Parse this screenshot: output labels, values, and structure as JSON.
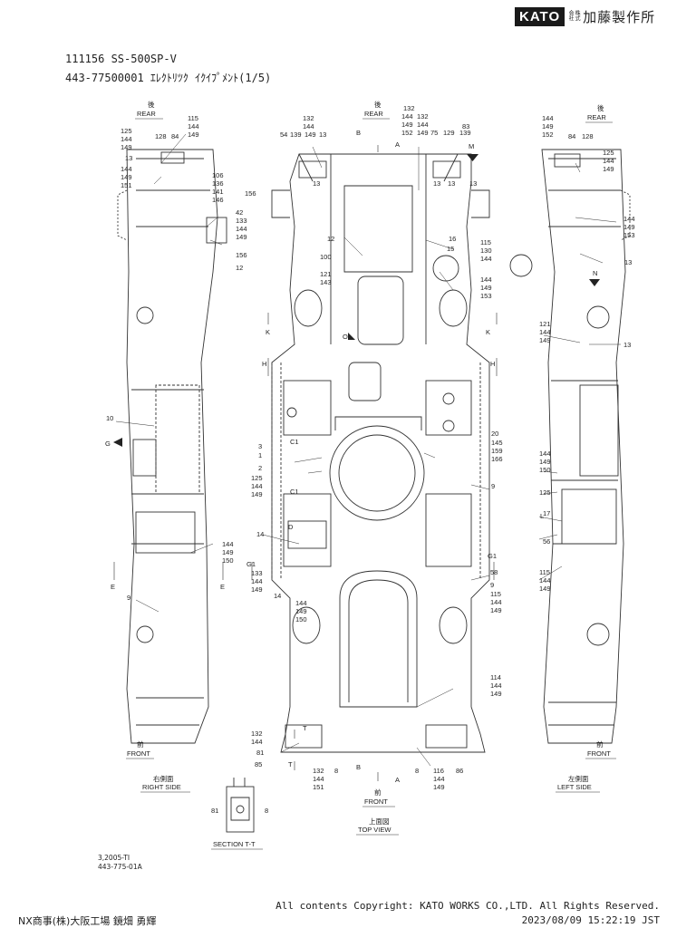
{
  "logo": {
    "brand": "KATO",
    "small": "株式会社",
    "company": "加藤製作所"
  },
  "header": {
    "line1": "111156 SS-500SP-V",
    "line2": "443-77500001 ｴﾚｸﾄﾘﾂｸ ｲｸｲﾌﾟﾒﾝﾄ(1/5)"
  },
  "views": {
    "right_jp": "右側面",
    "right_en": "RIGHT SIDE",
    "top_jp": "上面図",
    "top_en": "TOP VIEW",
    "left_jp": "左側面",
    "left_en": "LEFT SIDE",
    "section": "SECTION  T-T",
    "rear_jp": "後",
    "rear_en": "REAR",
    "front_jp": "前",
    "front_en": "FRONT"
  },
  "view_markers": [
    "B",
    "A",
    "M",
    "N",
    "K",
    "H",
    "G",
    "C1",
    "D",
    "E",
    "G1",
    "T",
    "O",
    "L"
  ],
  "ref": {
    "line1": "3,2005-TI",
    "line2": "443-775-01A"
  },
  "footer": {
    "copyright": "All contents Copyright: KATO WORKS CO.,LTD. All Rights Reserved.",
    "timestamp": "2023/08/09 15:22:19 JST",
    "owner": "NX商事(株)大阪工場 鏡畑 勇輝"
  }
}
